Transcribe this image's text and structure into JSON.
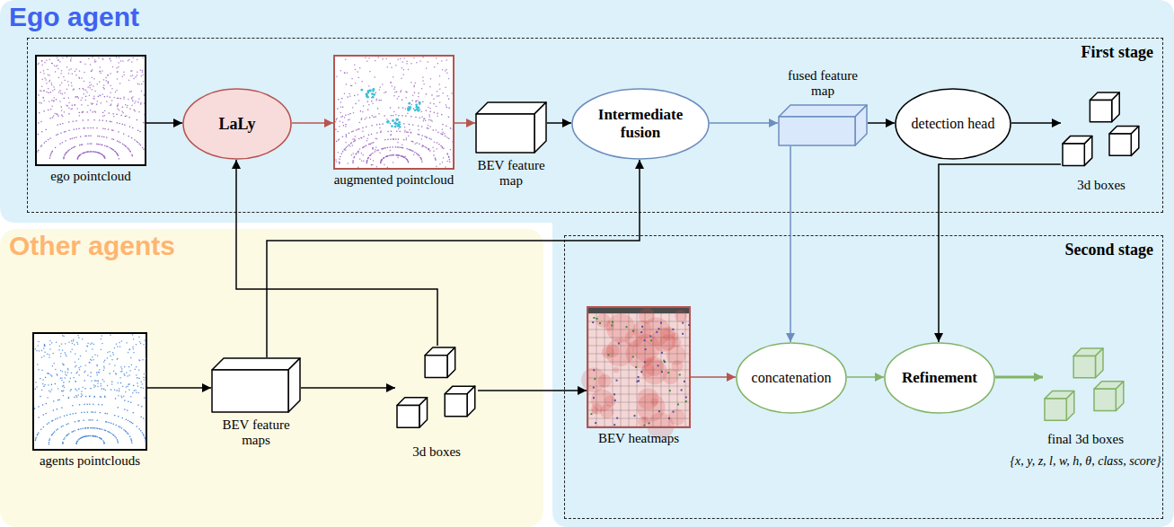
{
  "diagram": {
    "nodes": [
      {
        "text": [
          "Ego agent"
        ]
      },
      {
        "text": [
          "First stage"
        ],
        "in": 0
      },
      {
        "text": [
          "ego pointcloud"
        ],
        "in": 1
      },
      {
        "text": [
          "LaLy"
        ],
        "in": 1
      },
      {
        "text": [
          "augmented pointcloud"
        ],
        "in": 1
      },
      {
        "text": [
          "BEV feature map"
        ],
        "in": 1
      },
      {
        "text": [
          "Intermediate fusion"
        ],
        "in": 1
      },
      {
        "text": [
          "fused feature map"
        ],
        "in": 1
      },
      {
        "text": [
          "detection head"
        ],
        "in": 1
      },
      {
        "text": [
          "3d boxes"
        ],
        "in": 1
      },
      {
        "text": [
          "Second stage"
        ],
        "in": 0
      },
      {
        "text": [
          "BEV heatmaps"
        ],
        "in": 10
      },
      {
        "text": [
          "concatenation"
        ],
        "in": 10
      },
      {
        "text": [
          "Refinement"
        ],
        "in": 10
      },
      {
        "text": [
          "final 3d boxes",
          "{x, y, z, l, w, h, θ, class, score}"
        ],
        "in": 10
      },
      {
        "text": [
          "Other agents"
        ]
      },
      {
        "text": [
          "agents pointclouds"
        ],
        "in": 15
      },
      {
        "text": [
          "BEV feature maps"
        ],
        "in": 15
      },
      {
        "text": [
          "3d boxes"
        ],
        "in": 15
      }
    ],
    "edges": [
      {
        "from": 2,
        "to": 3,
        "arrow": "to"
      },
      {
        "from": 3,
        "to": 4,
        "arrow": "to"
      },
      {
        "from": 4,
        "to": 5,
        "arrow": "to"
      },
      {
        "from": 5,
        "to": 6,
        "arrow": "to"
      },
      {
        "from": 6,
        "to": 7,
        "arrow": "to"
      },
      {
        "from": 7,
        "to": 8,
        "arrow": "to"
      },
      {
        "from": 8,
        "to": 9,
        "arrow": "to"
      },
      {
        "from": 16,
        "to": 17,
        "arrow": "to"
      },
      {
        "from": 17,
        "to": 18,
        "arrow": "to"
      },
      {
        "from": 17,
        "to": 6,
        "arrow": "to"
      },
      {
        "from": 18,
        "to": 3,
        "arrow": "to"
      },
      {
        "from": 18,
        "to": 11,
        "arrow": "to"
      },
      {
        "from": 7,
        "to": 12,
        "arrow": "to"
      },
      {
        "from": 9,
        "to": 13,
        "arrow": "to"
      },
      {
        "from": 11,
        "to": 12,
        "arrow": "to"
      },
      {
        "from": 12,
        "to": 13,
        "arrow": "to"
      },
      {
        "from": 13,
        "to": 14,
        "arrow": "to"
      }
    ]
  }
}
